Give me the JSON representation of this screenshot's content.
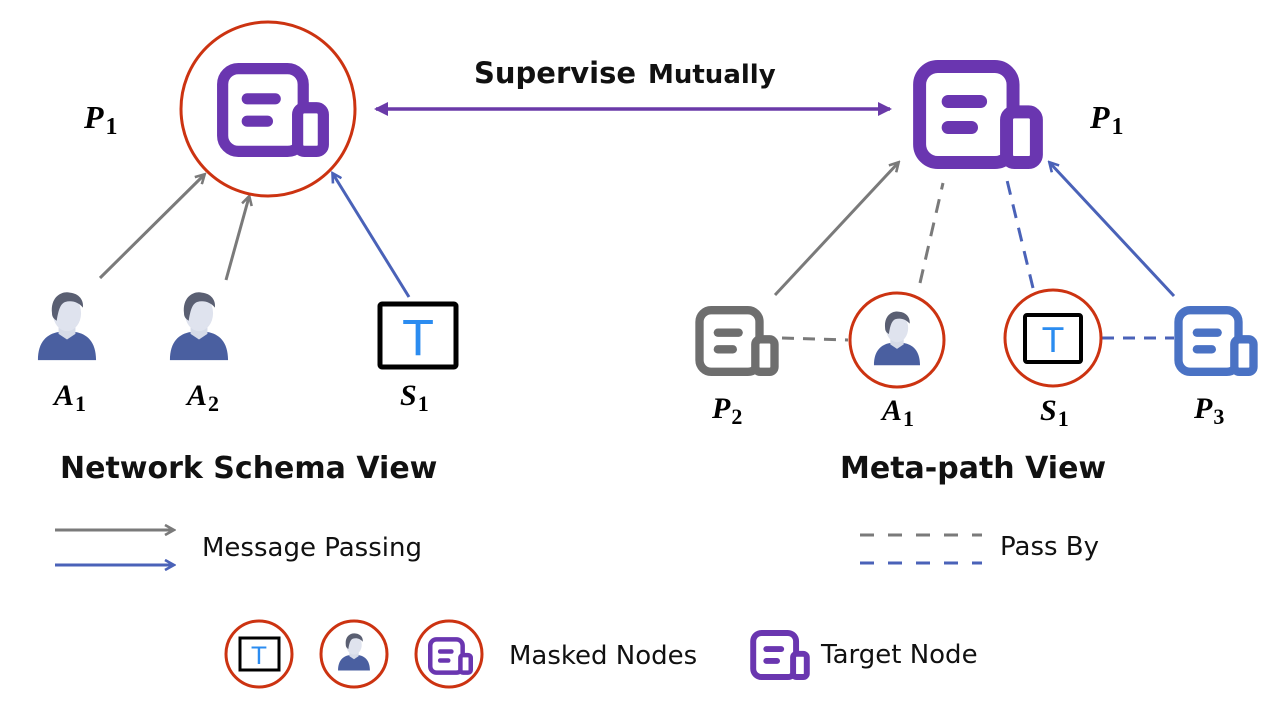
{
  "colors": {
    "paper_target": "#6a36b0",
    "paper_gray": "#6e6e6e",
    "paper_blue": "#4a72c4",
    "mask_ring": "#cc3311",
    "arrow_gray": "#7a7a7a",
    "arrow_blue": "#4a62b8",
    "bidirectional": "#6a3aa8",
    "subject_T": "#2b8cf0",
    "author_body": "#4a5fa0",
    "author_hair": "#5a5f72"
  },
  "supervise": {
    "label_main": "Supervise",
    "label_secondary": "Mutually"
  },
  "network_schema": {
    "title": "Network Schema View",
    "target": {
      "letter": "P",
      "sub": "1",
      "masked": true
    },
    "nodes": [
      {
        "type": "author",
        "letter": "A",
        "sub": "1",
        "edge": "gray-arrow"
      },
      {
        "type": "author",
        "letter": "A",
        "sub": "2",
        "edge": "gray-arrow"
      },
      {
        "type": "subject",
        "letter": "S",
        "sub": "1",
        "edge": "blue-arrow"
      }
    ]
  },
  "meta_path": {
    "title": "Meta-path View",
    "target": {
      "letter": "P",
      "sub": "1",
      "masked": false
    },
    "nodes": [
      {
        "type": "paper",
        "color": "gray",
        "letter": "P",
        "sub": "2",
        "masked": false,
        "edge": "gray-arrow"
      },
      {
        "type": "author",
        "letter": "A",
        "sub": "1",
        "masked": true,
        "edge": "gray-dashed"
      },
      {
        "type": "subject",
        "letter": "S",
        "sub": "1",
        "masked": true,
        "edge": "blue-dashed"
      },
      {
        "type": "paper",
        "color": "blue",
        "letter": "P",
        "sub": "3",
        "masked": false,
        "edge": "blue-arrow"
      }
    ]
  },
  "subject_glyph": "T",
  "legend": {
    "message_passing": "Message Passing",
    "pass_by": "Pass By",
    "masked_nodes": "Masked Nodes",
    "target_node": "Target Node"
  }
}
